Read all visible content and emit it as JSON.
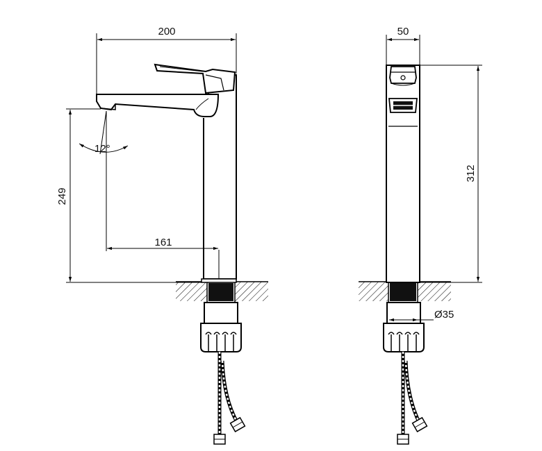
{
  "front_view": {
    "overall_width": "200",
    "spout_height": "249",
    "spout_reach": "161",
    "swivel_angle": "12°"
  },
  "side_view": {
    "body_depth": "50",
    "total_height": "312",
    "base_diameter": "Ø35"
  },
  "colors": {
    "line": "#000000",
    "background": "#ffffff",
    "hatch": "#000000"
  }
}
